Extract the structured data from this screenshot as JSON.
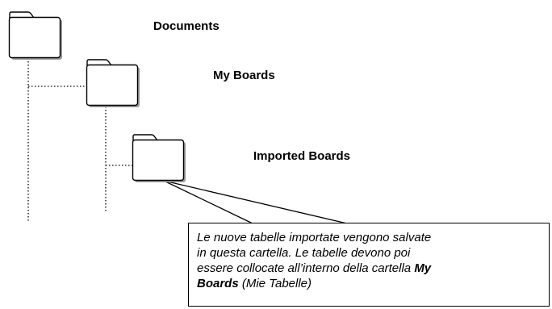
{
  "folders": [
    {
      "label": "Documents"
    },
    {
      "label": "My Boards"
    },
    {
      "label": "Imported Boards"
    }
  ],
  "callout": {
    "line1": "Le nuove tabelle importate vengono salvate",
    "line2": "in questa cartella. Le tabelle devono poi",
    "line3_text": "essere collocate all’interno della cartella ",
    "line3_bold": "My",
    "line4_bold": "Boards",
    "line4_text": " (Mie Tabelle)"
  }
}
